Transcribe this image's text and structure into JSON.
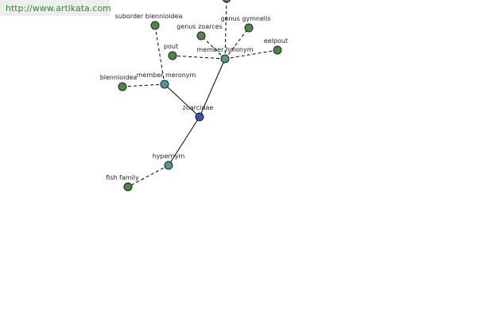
{
  "banner": {
    "url": "http://www.artikata.com"
  },
  "colors": {
    "root_node": "#3d4fa8",
    "relation_node": "#4f9a94",
    "leaf_node": "#4a8a42",
    "banner_text": "#2e8b2e"
  },
  "graph": {
    "nodes": [
      {
        "id": "zoarcidae",
        "label": "zoarcidae",
        "kind": "root"
      },
      {
        "id": "hypernym",
        "label": "hypernym",
        "kind": "relation"
      },
      {
        "id": "member_meronym",
        "label": "member meronym",
        "kind": "relation"
      },
      {
        "id": "member_holonym",
        "label": "member holonym",
        "kind": "relation"
      },
      {
        "id": "fish_family",
        "label": "fish family",
        "kind": "leaf"
      },
      {
        "id": "blennioidea",
        "label": "blennioidea",
        "kind": "leaf"
      },
      {
        "id": "suborder_blennioidea",
        "label": "suborder blennioidea",
        "kind": "leaf"
      },
      {
        "id": "pout",
        "label": "pout",
        "kind": "leaf"
      },
      {
        "id": "genus_zoarces",
        "label": "genus zoarces",
        "kind": "leaf"
      },
      {
        "id": "genus_gymnelis",
        "label": "genus gymnelis",
        "kind": "leaf"
      },
      {
        "id": "eelpout",
        "label": "eelpout",
        "kind": "leaf"
      },
      {
        "id": "top_node",
        "label": "",
        "kind": "leaf"
      }
    ],
    "edges": [
      {
        "from": "zoarcidae",
        "to": "hypernym",
        "style": "solid"
      },
      {
        "from": "zoarcidae",
        "to": "member_meronym",
        "style": "solid"
      },
      {
        "from": "zoarcidae",
        "to": "member_holonym",
        "style": "solid"
      },
      {
        "from": "hypernym",
        "to": "fish_family",
        "style": "dashed"
      },
      {
        "from": "member_meronym",
        "to": "blennioidea",
        "style": "dashed"
      },
      {
        "from": "member_meronym",
        "to": "suborder_blennioidea",
        "style": "dashed"
      },
      {
        "from": "member_holonym",
        "to": "pout",
        "style": "dashed"
      },
      {
        "from": "member_holonym",
        "to": "genus_zoarces",
        "style": "dashed"
      },
      {
        "from": "member_holonym",
        "to": "genus_gymnelis",
        "style": "dashed"
      },
      {
        "from": "member_holonym",
        "to": "eelpout",
        "style": "dashed"
      },
      {
        "from": "member_holonym",
        "to": "top_node",
        "style": "dashed"
      }
    ]
  }
}
